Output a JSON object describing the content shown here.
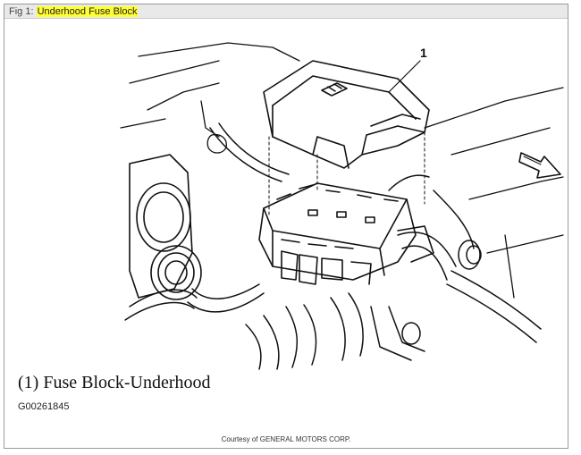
{
  "figure": {
    "label": "Fig 1:",
    "title": "Underhood Fuse Block"
  },
  "callouts": [
    {
      "number": "1",
      "description": "(1) Fuse Block-Underhood"
    }
  ],
  "figure_id": "G00261845",
  "courtesy": "Courtesy of GENERAL MOTORS CORP.",
  "colors": {
    "title_highlight": "#ffff33",
    "header_bg": "#e9e9e9",
    "line_art": "#111111"
  }
}
